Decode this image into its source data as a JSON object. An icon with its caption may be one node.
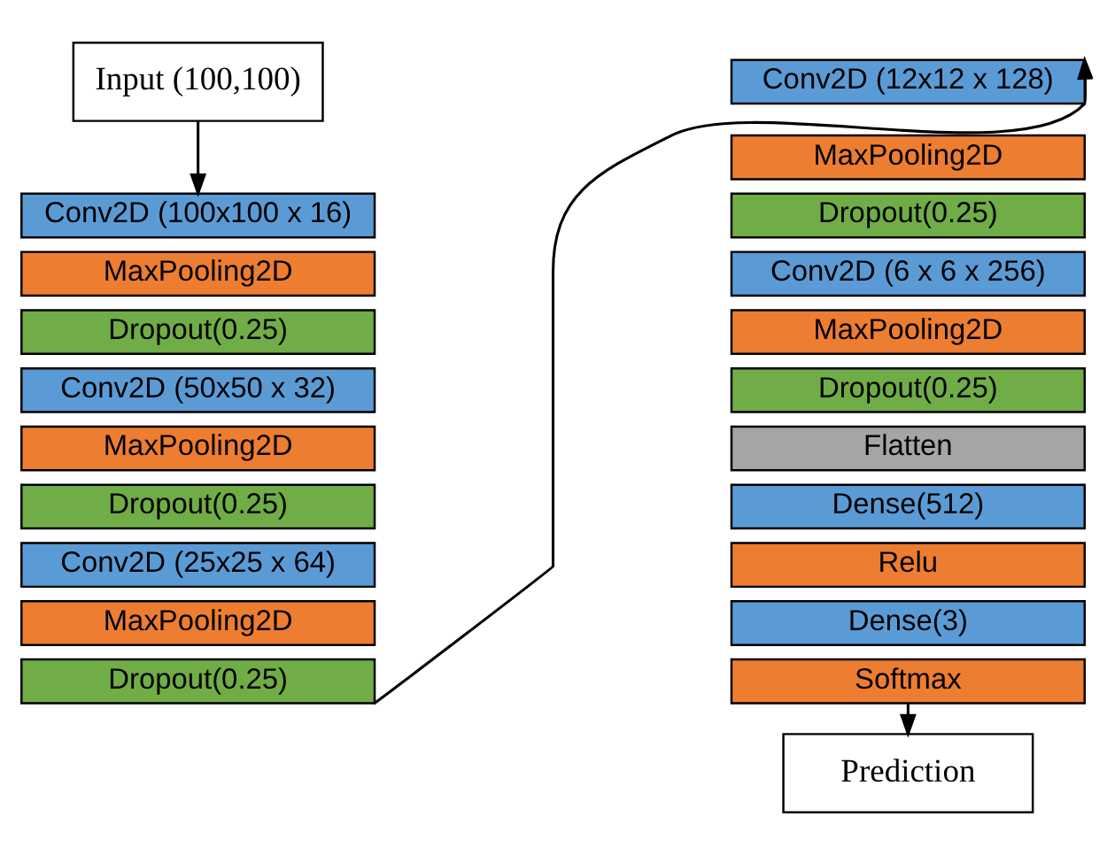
{
  "diagram": {
    "nodes": [
      {
        "text": [
          "Input (100,100)"
        ]
      },
      {
        "text": [
          "Conv2D (100x100 x 16)"
        ]
      },
      {
        "text": [
          "MaxPooling2D"
        ]
      },
      {
        "text": [
          "Dropout(0.25)"
        ]
      },
      {
        "text": [
          "Conv2D (50x50 x 32)"
        ]
      },
      {
        "text": [
          "MaxPooling2D"
        ]
      },
      {
        "text": [
          "Dropout(0.25)"
        ]
      },
      {
        "text": [
          "Conv2D (25x25 x 64)"
        ]
      },
      {
        "text": [
          "MaxPooling2D"
        ]
      },
      {
        "text": [
          "Dropout(0.25)"
        ]
      },
      {
        "text": [
          "Conv2D (12x12 x 128)"
        ]
      },
      {
        "text": [
          "MaxPooling2D"
        ]
      },
      {
        "text": [
          "Dropout(0.25)"
        ]
      },
      {
        "text": [
          "Conv2D (6 x 6 x 256)"
        ]
      },
      {
        "text": [
          "MaxPooling2D"
        ]
      },
      {
        "text": [
          "Dropout(0.25)"
        ]
      },
      {
        "text": [
          "Flatten"
        ]
      },
      {
        "text": [
          "Dense(512)"
        ]
      },
      {
        "text": [
          "Relu"
        ]
      },
      {
        "text": [
          "Dense(3)"
        ]
      },
      {
        "text": [
          "Softmax"
        ]
      },
      {
        "text": [
          "Prediction"
        ]
      }
    ],
    "edges": [
      {
        "from": 0,
        "to": 1,
        "arrow": "to"
      },
      {
        "from": 9,
        "to": 10,
        "arrow": "to"
      },
      {
        "from": 20,
        "to": 21,
        "arrow": "to"
      }
    ]
  }
}
